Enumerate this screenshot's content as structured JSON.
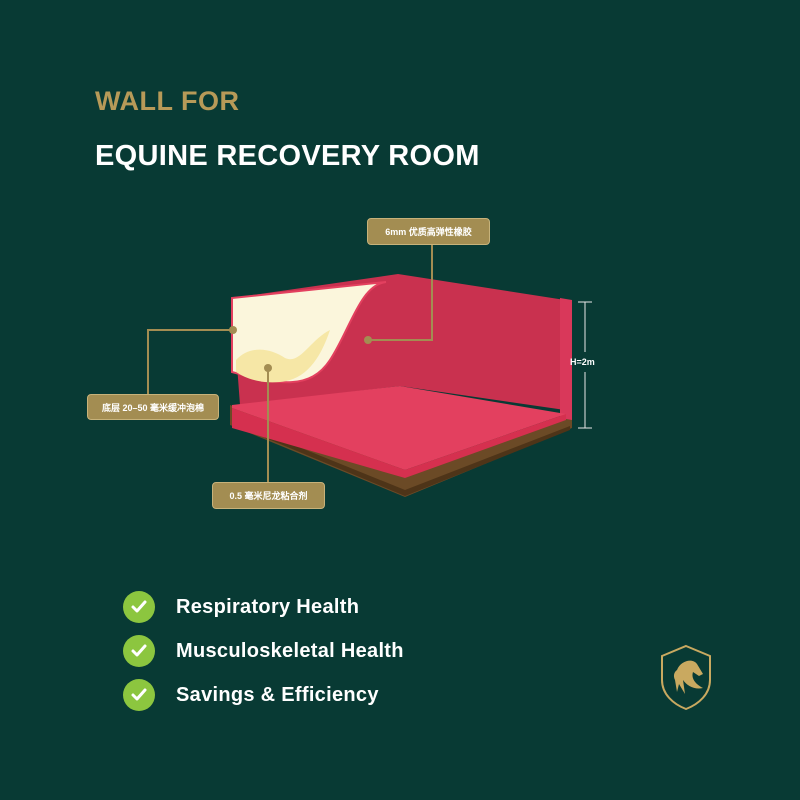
{
  "header": {
    "line1": "WALL FOR",
    "line2": "EQUINE RECOVERY ROOM"
  },
  "diagram": {
    "labels": {
      "rubber": "6mm 优质高弹性橡胶",
      "foam": "底层 20–50 毫米缓冲泡棉",
      "adhesive": "0.5 毫米尼龙粘合剂",
      "height": "H=2m"
    }
  },
  "features": [
    {
      "label": "Respiratory Health"
    },
    {
      "label": "Musculoskeletal Health"
    },
    {
      "label": "Savings & Efficiency"
    }
  ],
  "colors": {
    "background": "#083a34",
    "gold": "#b79a58",
    "check": "#8cc63f",
    "rubber": "#e23d5e"
  }
}
